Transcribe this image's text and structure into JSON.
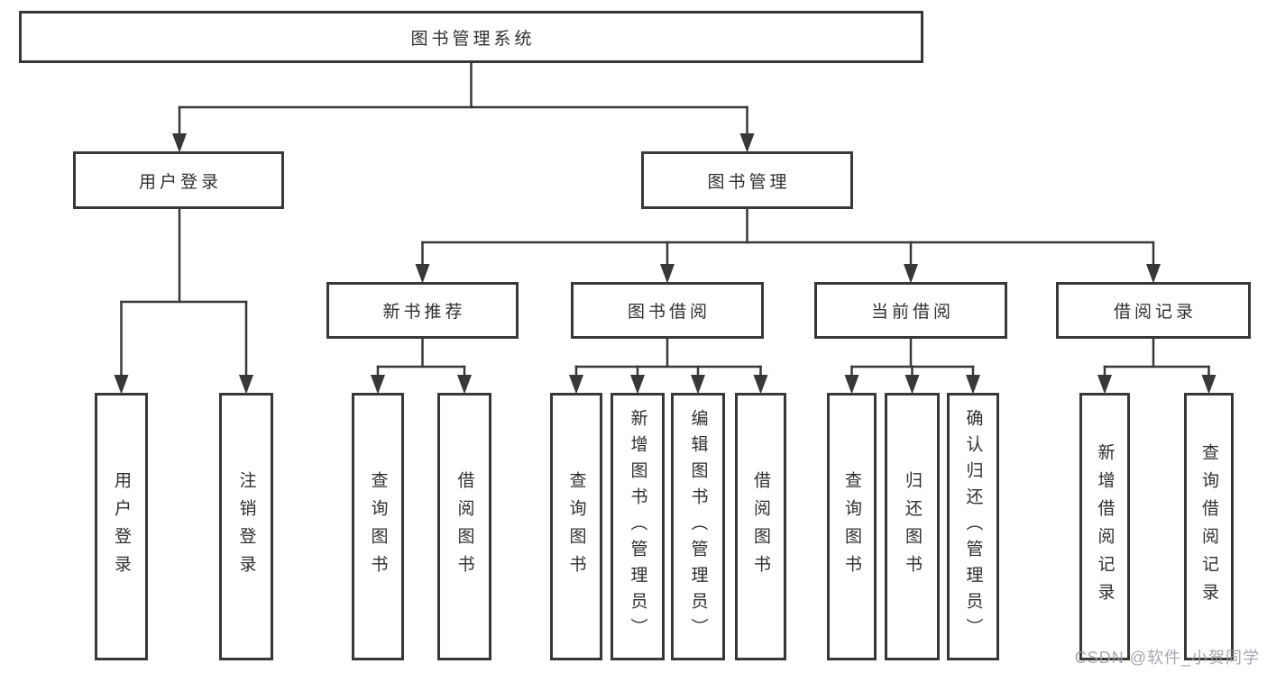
{
  "chart": {
    "type": "functional-structure-diagram",
    "root": {
      "label": "图书管理系统",
      "children": [
        {
          "label": "用户登录",
          "children": [
            {
              "label": "用户登录"
            },
            {
              "label": "注销登录"
            }
          ]
        },
        {
          "label": "图书管理",
          "children": [
            {
              "label": "新书推荐",
              "children": [
                {
                  "label": "查询图书"
                },
                {
                  "label": "借阅图书"
                }
              ]
            },
            {
              "label": "图书借阅",
              "children": [
                {
                  "label": "查询图书"
                },
                {
                  "label": "新增图书（管理员）"
                },
                {
                  "label": "编辑图书（管理员）"
                },
                {
                  "label": "借阅图书"
                }
              ]
            },
            {
              "label": "当前借阅",
              "children": [
                {
                  "label": "查询图书"
                },
                {
                  "label": "归还图书"
                },
                {
                  "label": "确认归还（管理员）"
                }
              ]
            },
            {
              "label": "借阅记录",
              "children": [
                {
                  "label": "新增借阅记录"
                },
                {
                  "label": "查询借阅记录"
                }
              ]
            }
          ]
        }
      ]
    },
    "watermark": "CSDN @软件_小贺同学",
    "colors": {
      "line": "#383838",
      "box_border": "#383838",
      "text": "#2f2f2f",
      "background": "#ffffff",
      "watermark": "#9c9ca6"
    }
  }
}
